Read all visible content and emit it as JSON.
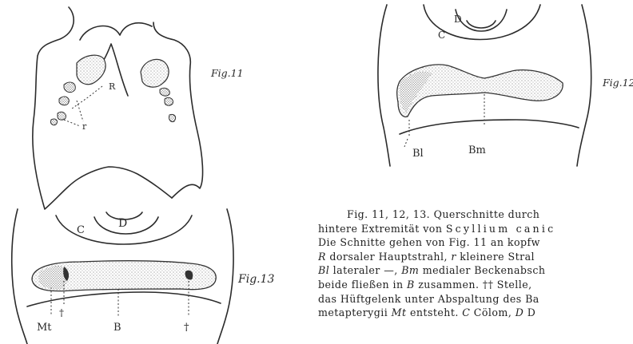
{
  "figures": {
    "fig11": {
      "number": "Fig.11",
      "labels": {
        "R": "R",
        "r": "r"
      }
    },
    "fig12": {
      "number": "Fig.12",
      "labels": {
        "D": "D",
        "C": "C",
        "Bl": "Bl",
        "Bm": "Bm"
      }
    },
    "fig13": {
      "number": "Fig.13",
      "labels": {
        "D": "D",
        "C": "C",
        "Mt": "Mt",
        "B": "B",
        "dagger_left": "†",
        "dagger_right": "†"
      }
    }
  },
  "caption": {
    "lines": [
      [
        {
          "t": "Fig. 11, 12, 13.  Querschnitte  durch"
        }
      ],
      [
        {
          "t": "hintere Extremität von "
        },
        {
          "t": "Scyllium canic",
          "style": "sp"
        }
      ],
      [
        {
          "t": "Die Schnitte  gehen von Fig. 11 an kopfw"
        }
      ],
      [
        {
          "t": "R",
          "style": "it"
        },
        {
          "t": " dorsaler  Hauptstrahl,  "
        },
        {
          "t": "r",
          "style": "it"
        },
        {
          "t": "  kleinere Stral"
        }
      ],
      [
        {
          "t": "Bl",
          "style": "it"
        },
        {
          "t": " lateraler —, "
        },
        {
          "t": "Bm",
          "style": "it"
        },
        {
          "t": " medialer Beckenabsch"
        }
      ],
      [
        {
          "t": "beide fließen  in "
        },
        {
          "t": "B",
          "style": "it"
        },
        {
          "t": " zusammen.   †† Stelle,"
        }
      ],
      [
        {
          "t": "das Hüftgelenk  unter Abspaltung des  Ba"
        }
      ],
      [
        {
          "t": "metapterygii "
        },
        {
          "t": "Mt",
          "style": "it"
        },
        {
          "t": " entsteht.  "
        },
        {
          "t": "C",
          "style": "it"
        },
        {
          "t": " Cölom,  "
        },
        {
          "t": "D",
          "style": "it"
        },
        {
          "t": "  D"
        }
      ]
    ]
  }
}
